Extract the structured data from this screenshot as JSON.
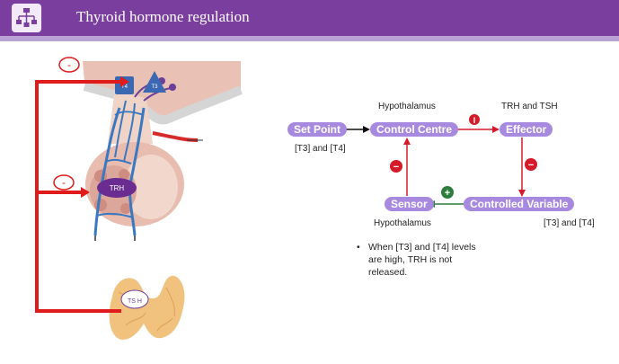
{
  "header": {
    "title": "Thyroid hormone regulation",
    "accent": "#7a3f9e"
  },
  "illustration": {
    "minus_top": "-",
    "minus_mid": "-",
    "t4_label": "T4",
    "t3_label": "T3",
    "trh_label": "TRH",
    "tsh_label": "TS H"
  },
  "flow": {
    "set_point": "Set Point",
    "control_centre": "Control Centre",
    "effector": "Effector",
    "controlled_variable": "Controlled Variable",
    "sensor": "Sensor",
    "hypothalamus_top": "Hypothalamus",
    "trh_tsh": "TRH and TSH",
    "t3t4_left": "[T3] and [T4]",
    "t3t4_right": "[T3] and [T4]",
    "hypothalamus_bottom": "Hypothalamus",
    "bullet_marker": "•",
    "bullet": "When [T3] and [T4] levels are high, TRH is not released.",
    "sign_effector": "I",
    "sign_minus": "−",
    "sign_plus": "+",
    "neg_color": "#d51a2a",
    "pos_color": "#2f7d3c",
    "pill_color": "#a889e0"
  }
}
